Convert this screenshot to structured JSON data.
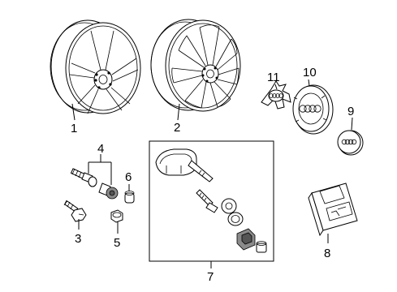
{
  "callouts": [
    {
      "id": "1",
      "text": "1"
    },
    {
      "id": "2",
      "text": "2"
    },
    {
      "id": "3",
      "text": "3"
    },
    {
      "id": "4",
      "text": "4"
    },
    {
      "id": "5",
      "text": "5"
    },
    {
      "id": "6",
      "text": "6"
    },
    {
      "id": "7",
      "text": "7"
    },
    {
      "id": "8",
      "text": "8"
    },
    {
      "id": "9",
      "text": "9"
    },
    {
      "id": "10",
      "text": "10"
    },
    {
      "id": "11",
      "text": "11"
    }
  ],
  "colors": {
    "line": "#000000",
    "background": "#ffffff",
    "shade": "#8a8a8a"
  },
  "icons": {
    "wheel_1": "five-spoke-alloy-wheel",
    "wheel_2": "multi-spoke-alloy-wheel",
    "part_3": "wheel-bolt",
    "part_4": "locking-bolt-set",
    "part_5": "lock-nut",
    "part_6": "bolt-cap",
    "part_7": "tpms-sensor-kit",
    "part_8": "sensor-package-box",
    "part_9": "center-cap",
    "part_10": "center-cap-with-rings-logo",
    "part_11": "spider-center-cap"
  }
}
